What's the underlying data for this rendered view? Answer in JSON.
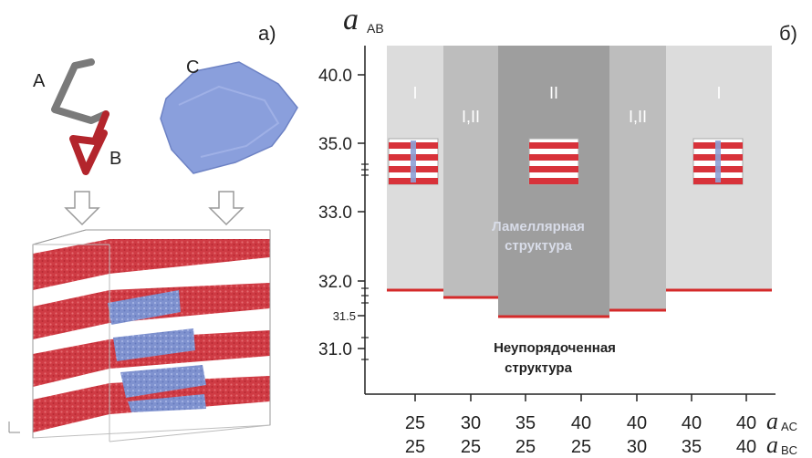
{
  "left_panel": {
    "panel_label": "а)",
    "label_A": "A",
    "label_B": "B",
    "label_C": "C"
  },
  "right_panel": {
    "panel_label": "б)",
    "y_axis_symbol": "a",
    "y_axis_subscript": "AB",
    "x_axis_symbol_1": "a",
    "x_axis_subscript_1": "AC",
    "x_axis_symbol_2": "a",
    "x_axis_subscript_2": "BC",
    "y_ticks": [
      "40.0",
      "35.0",
      "33.0",
      "32.0",
      "31.5",
      "31.0"
    ],
    "x_ticks_row1": [
      "25",
      "30",
      "35",
      "40",
      "40",
      "40",
      "40"
    ],
    "x_ticks_row2": [
      "25",
      "25",
      "25",
      "25",
      "30",
      "35",
      "40"
    ],
    "region_labels": [
      "I",
      "I,II",
      "II",
      "I,II",
      "I"
    ],
    "lamellar_text_line1": "Ламеллярная",
    "lamellar_text_line2": "структура",
    "disordered_text_line1": "Неупорядоченная",
    "disordered_text_line2": "структура",
    "colors": {
      "region_light": "#d9d9d9",
      "region_mid": "#b9b9b9",
      "region_dark": "#9a9a9a",
      "boundary": "#d42a2a",
      "stripe_red": "#d8323a",
      "stripe_blue": "#8da0d6"
    }
  },
  "chart_data": {
    "type": "area",
    "y_axis": "a_AB",
    "x_axis": [
      "a_AC",
      "a_BC"
    ],
    "x_categories": [
      {
        "a_AC": 25,
        "a_BC": 25
      },
      {
        "a_AC": 30,
        "a_BC": 25
      },
      {
        "a_AC": 35,
        "a_BC": 25
      },
      {
        "a_AC": 40,
        "a_BC": 25
      },
      {
        "a_AC": 40,
        "a_BC": 30
      },
      {
        "a_AC": 40,
        "a_BC": 35
      },
      {
        "a_AC": 40,
        "a_BC": 40
      }
    ],
    "y_ticks": [
      31.0,
      31.5,
      32.0,
      33.0,
      35.0,
      40.0
    ],
    "regions": [
      {
        "label": "I",
        "from": "25/25",
        "to": "25/25",
        "boundary_a_AB": 31.85
      },
      {
        "label": "I,II",
        "from": "30/25",
        "to": "30/25",
        "boundary_a_AB": 31.75
      },
      {
        "label": "II",
        "from": "35/25",
        "to": "40/25",
        "boundary_a_AB": 31.45
      },
      {
        "label": "I,II",
        "from": "40/30",
        "to": "40/30",
        "boundary_a_AB": 31.55
      },
      {
        "label": "I",
        "from": "40/35",
        "to": "40/40",
        "boundary_a_AB": 31.85
      }
    ]
  }
}
